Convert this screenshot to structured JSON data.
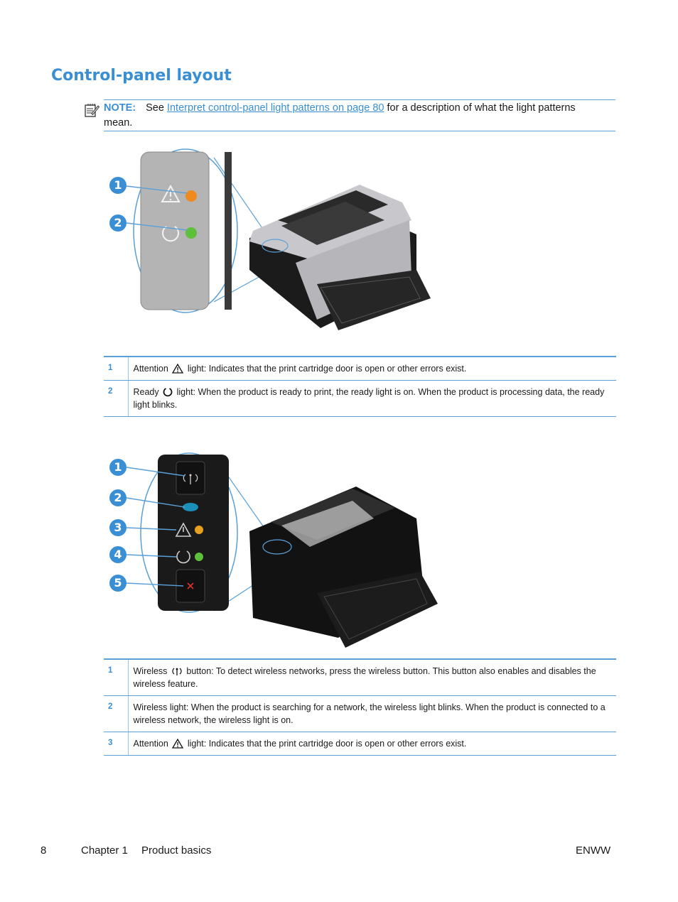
{
  "page": {
    "title": "Control-panel layout",
    "note": {
      "label": "NOTE:",
      "prefix": "See",
      "link": "Interpret control-panel light patterns on page 80",
      "suffix": "for a description of what the light patterns mean."
    }
  },
  "figure1": {
    "callouts": [
      "1",
      "2"
    ],
    "rows": [
      {
        "num": "1",
        "term": "Attention",
        "icon": "warning-triangle-icon",
        "text": "light: Indicates that the print cartridge door is open or other errors exist."
      },
      {
        "num": "2",
        "term": "Ready",
        "icon": "ready-circle-icon",
        "text": "light: When the product is ready to print, the ready light is on. When the product is processing data, the ready light blinks."
      }
    ]
  },
  "figure2": {
    "callouts": [
      "1",
      "2",
      "3",
      "4",
      "5"
    ],
    "rows": [
      {
        "num": "1",
        "term": "Wireless",
        "icon": "wireless-icon",
        "text": "button: To detect wireless networks, press the wireless button. This button also enables and disables the wireless feature."
      },
      {
        "num": "2",
        "term": "",
        "icon": "",
        "text": "Wireless light: When the product is searching for a network, the wireless light blinks. When the product is connected to a wireless network, the wireless light is on."
      },
      {
        "num": "3",
        "term": "Attention",
        "icon": "warning-triangle-icon",
        "text": "light: Indicates that the print cartridge door is open or other errors exist."
      }
    ]
  },
  "footer": {
    "page_number": "8",
    "chapter": "Chapter 1",
    "chapter_title": "Product basics",
    "locale": "ENWW"
  },
  "colors": {
    "accent": "#3a8fd4",
    "attention_light": "#f08a1c",
    "ready_light": "#5cc03a",
    "wireless_light": "#1a8fb8",
    "cancel_x": "#e03030"
  }
}
